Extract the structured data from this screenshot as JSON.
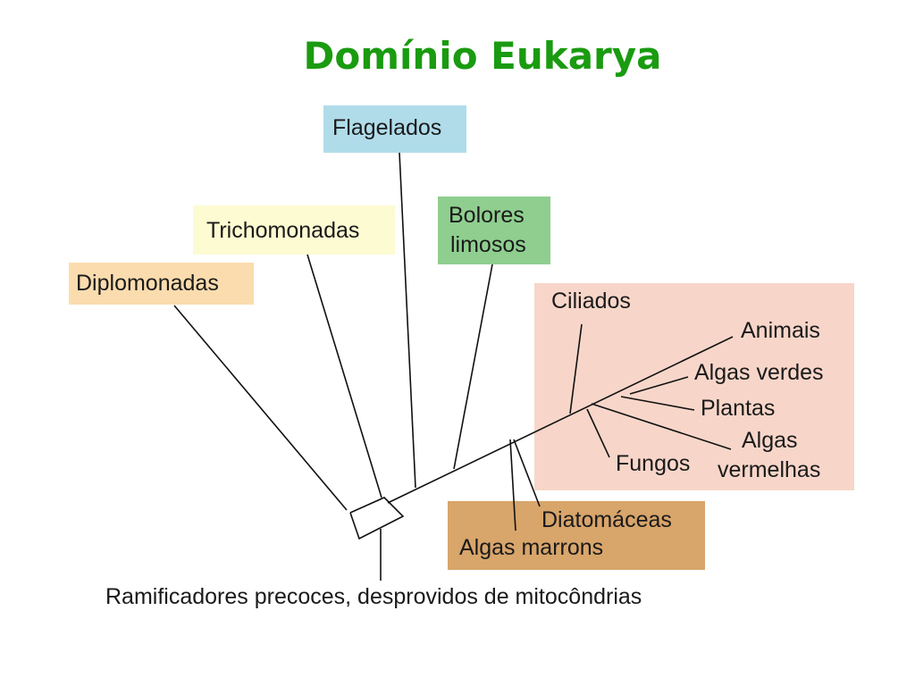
{
  "title": "Domínio Eukarya",
  "groups": {
    "flagelados": {
      "label": "Flagelados",
      "color": "#b0dcea"
    },
    "trichomonadas": {
      "label": "Trichomonadas",
      "color": "#fdfbd2"
    },
    "bolores": {
      "line1": "Bolores",
      "line2": "limosos",
      "color": "#8fce8f"
    },
    "diplomonadas": {
      "label": "Diplomonadas",
      "color": "#fbdcae"
    },
    "crown": {
      "color": "#f7d6c9"
    },
    "brown": {
      "color": "#d8a56b"
    }
  },
  "taxa": {
    "ciliados": "Ciliados",
    "animais": "Animais",
    "algas_verdes": "Algas verdes",
    "plantas": "Plantas",
    "algas_vermelhas_1": "Algas",
    "algas_vermelhas_2": "vermelhas",
    "fungos": "Fungos",
    "diatomaceas": "Diatomáceas",
    "algas_marrons": "Algas marrons"
  },
  "root_caption": "Ramificadores precoces, desprovidos de mitocôndrias"
}
